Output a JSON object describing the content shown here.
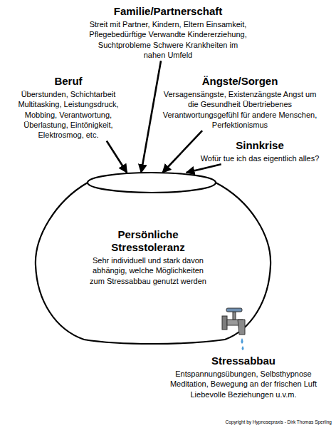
{
  "diagram": {
    "nodes": [
      {
        "text": [
          "Familie/Partnerschaft",
          "Streit mit Partner, Kindern, Eltern Einsamkeit, Pflegebedürftige Verwandte Kindererziehung, Suchtprobleme Schwere Krankheiten im nahen Umfeld"
        ]
      },
      {
        "text": [
          "Beruf",
          "Überstunden, Schichtarbeit Multitasking, Leistungsdruck, Mobbing, Verantwortung, Überlastung, Eintönigkeit, Elektrosmog, etc."
        ]
      },
      {
        "text": [
          "Ängste/Sorgen",
          "Versagensängste, Existenzängste Angst um die Gesundheit Übertriebenes Verantwortungsgefühl für andere Menschen, Perfektionismus"
        ]
      },
      {
        "text": [
          "Sinnkrise",
          "Wofür tue ich das eigentlich alles?"
        ]
      },
      {
        "text": [
          "Persönliche Stresstoleranz",
          "Sehr individuell und stark davon abhängig, welche Möglichkeiten zum Stressabbau genutzt werden"
        ]
      },
      {
        "text": [
          "Stressabbau",
          "Entspannungsübungen, Selbsthypnose Meditation, Bewegung an der frischen Luft Liebevolle Beziehungen u.v.m."
        ]
      }
    ],
    "edges": [
      {
        "from": 0,
        "to": 4,
        "arrow": "to"
      },
      {
        "from": 1,
        "to": 4,
        "arrow": "to"
      },
      {
        "from": 2,
        "to": 4,
        "arrow": "to"
      },
      {
        "from": 3,
        "to": 4,
        "arrow": "to"
      }
    ],
    "labels": [
      "Copyright by Hypnosepraxis - Dirk Thomas Sperling"
    ]
  }
}
